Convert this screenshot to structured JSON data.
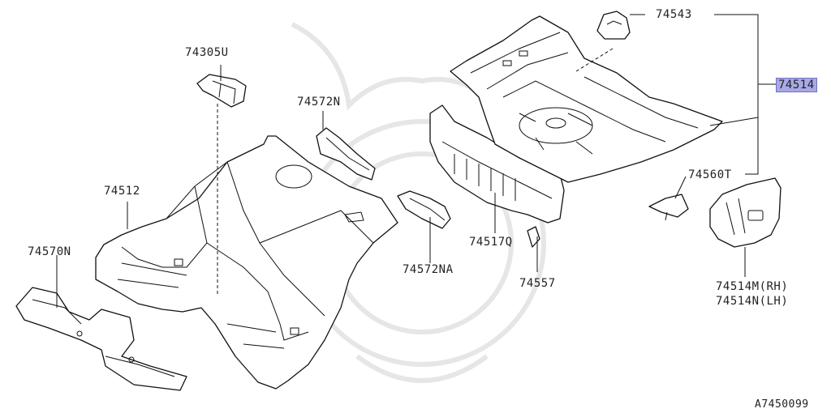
{
  "diagram_code": "A7450099",
  "labels": {
    "p74543": "74543",
    "p74514": "74514",
    "p74305U": "74305U",
    "p74572N": "74572N",
    "p74512": "74512",
    "p74570N": "74570N",
    "p74560T": "74560T",
    "p74572NA": "74572NA",
    "p74517Q": "74517Q",
    "p74557": "74557",
    "p74514M": "74514M(RH)",
    "p74514N": "74514N(LH)"
  },
  "highlight_color": "#a8a8e8"
}
